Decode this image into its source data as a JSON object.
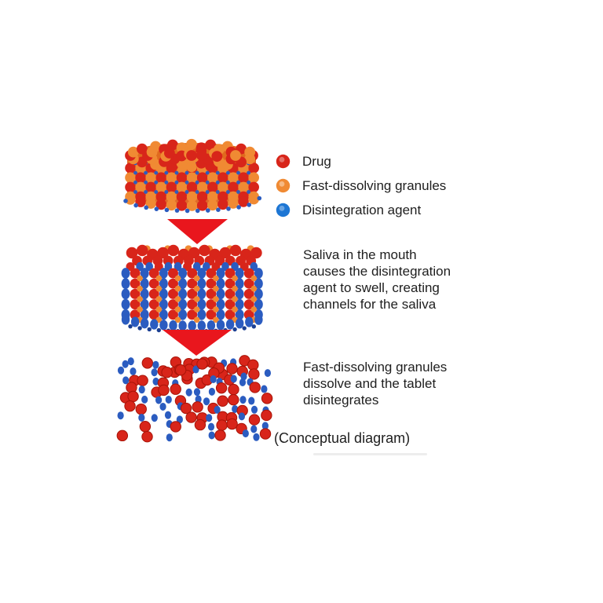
{
  "colors": {
    "drug_red": "#d8251a",
    "drug_red_dark": "#a81408",
    "granule_orange": "#f08a33",
    "granule_orange_deep": "#e06a1e",
    "tablet_fill": "#dd5c17",
    "agent_blue": "#2b5cc0",
    "agent_blue_dark": "#1b3f92",
    "legend_blue": "#1d76d4",
    "arrow_red": "#e9161d",
    "text": "#1e1e1e"
  },
  "legend": {
    "items": [
      {
        "name": "drug",
        "label": "Drug",
        "color": "#d8251a"
      },
      {
        "name": "fast-dissolving-granules",
        "label": "Fast-dissolving granules",
        "color": "#f08a33"
      },
      {
        "name": "disintegration-agent",
        "label": "Disintegration agent",
        "color": "#1d76d4"
      }
    ]
  },
  "steps": [
    {
      "name": "intact-tablet",
      "caption": ""
    },
    {
      "name": "swelling-tablet",
      "caption": "Saliva in the mouth causes the disintegration agent to swell, creating channels for the saliva"
    },
    {
      "name": "disintegrated-tablet",
      "caption": "Fast-dissolving granules dissolve and the tablet disintegrates"
    }
  ],
  "footnote": "(Conceptual diagram)"
}
